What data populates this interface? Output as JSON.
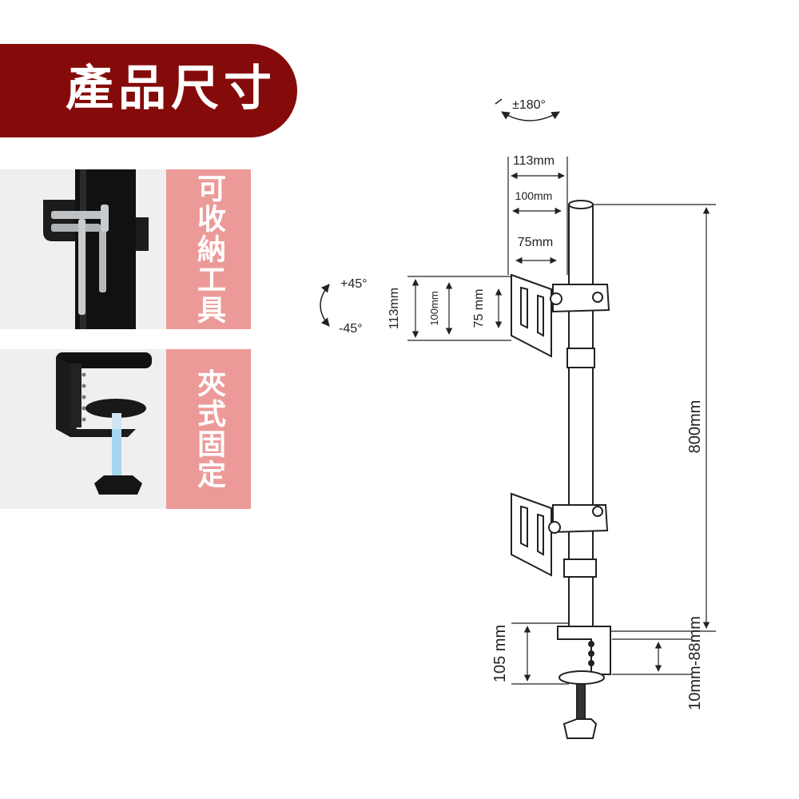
{
  "header": {
    "title": "產品尺寸"
  },
  "features": [
    {
      "label": "可收納工具",
      "image": "hex-key-storage-icon"
    },
    {
      "label": "夾式固定",
      "image": "desk-clamp-icon"
    }
  ],
  "diagram": {
    "rotation": "±180°",
    "tilt_up": "+45°",
    "tilt_down": "-45°",
    "vesa_113_top": "113mm",
    "vesa_100_top": "100mm",
    "vesa_75_top": "75mm",
    "vesa_113_side": "113mm",
    "vesa_100_side": "100mm",
    "vesa_75_side": "75 mm",
    "pole_height": "800mm",
    "clamp_height": "105 mm",
    "clamp_range": "10mm-88mm"
  }
}
